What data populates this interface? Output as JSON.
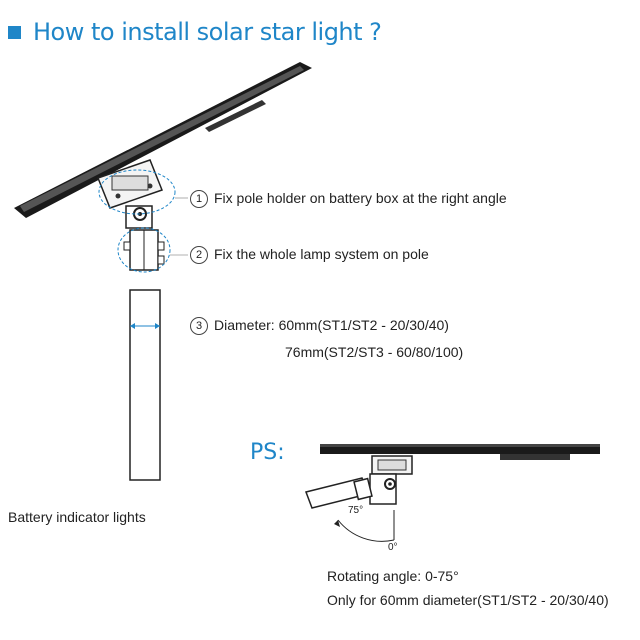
{
  "title": "How to install solar star light ?",
  "steps": [
    {
      "num": "1",
      "text": "Fix pole holder on battery box at the right angle"
    },
    {
      "num": "2",
      "text": "Fix the whole lamp system on pole"
    },
    {
      "num": "3",
      "text": "Diameter: 60mm(ST1/ST2 - 20/30/40)"
    }
  ],
  "step3_line2": "76mm(ST2/ST3 - 60/80/100)",
  "battery_caption": "Battery indicator lights",
  "ps_label": "PS:",
  "angle_top": "75°",
  "angle_bottom": "0°",
  "rotating_angle": "Rotating angle: 0-75°",
  "only_for": "Only for 60mm diameter(ST1/ST2 - 20/30/40)",
  "colors": {
    "accent": "#1f86c8"
  }
}
